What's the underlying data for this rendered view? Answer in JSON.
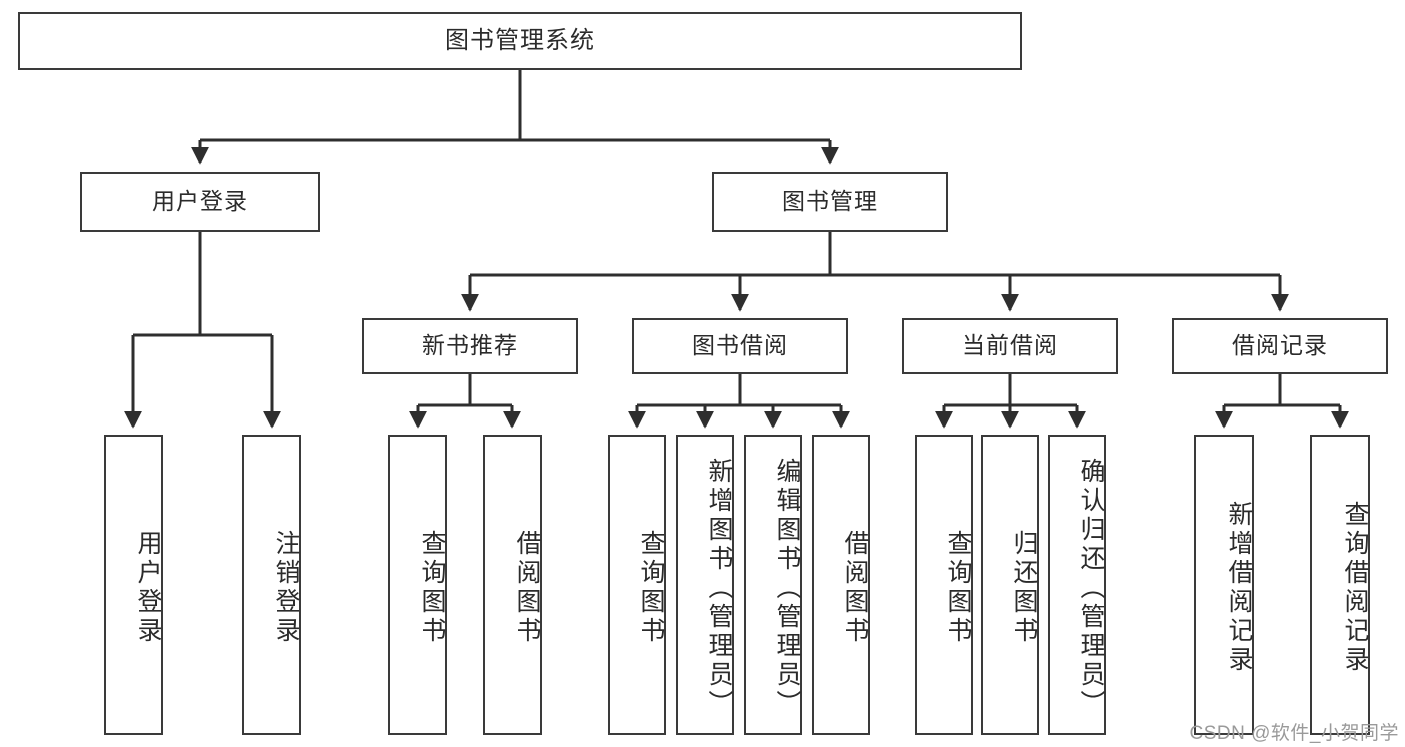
{
  "diagram": {
    "title": "图书管理系统",
    "type": "tree",
    "root": {
      "id": "root",
      "label": "图书管理系统"
    },
    "level1": [
      {
        "id": "user-login",
        "label": "用户登录"
      },
      {
        "id": "book-manage",
        "label": "图书管理"
      }
    ],
    "level2": [
      {
        "id": "new-book-recommend",
        "label": "新书推荐",
        "parent": "book-manage"
      },
      {
        "id": "book-borrow",
        "label": "图书借阅",
        "parent": "book-manage"
      },
      {
        "id": "current-borrow",
        "label": "当前借阅",
        "parent": "book-manage"
      },
      {
        "id": "borrow-record",
        "label": "借阅记录",
        "parent": "book-manage"
      }
    ],
    "leaves": {
      "user_login": [
        {
          "id": "leaf-user-login",
          "label": "用户登录"
        },
        {
          "id": "leaf-logout-login",
          "label": "注销登录"
        }
      ],
      "new_book_recommend": [
        {
          "id": "leaf-query-book-1",
          "label": "查询图书"
        },
        {
          "id": "leaf-borrow-book-1",
          "label": "借阅图书"
        }
      ],
      "book_borrow": [
        {
          "id": "leaf-query-book-2",
          "label": "查询图书"
        },
        {
          "id": "leaf-add-book",
          "label": "新增图书（管理员）"
        },
        {
          "id": "leaf-edit-book",
          "label": "编辑图书（管理员）"
        },
        {
          "id": "leaf-borrow-book-2",
          "label": "借阅图书"
        }
      ],
      "current_borrow": [
        {
          "id": "leaf-query-book-3",
          "label": "查询图书"
        },
        {
          "id": "leaf-return-book",
          "label": "归还图书"
        },
        {
          "id": "leaf-confirm-return",
          "label": "确认归还（管理员）"
        }
      ],
      "borrow_record": [
        {
          "id": "leaf-add-record",
          "label": "新增借阅记录"
        },
        {
          "id": "leaf-query-record",
          "label": "查询借阅记录"
        }
      ]
    }
  },
  "watermark": {
    "text": "CSDN @软件_小贺同学"
  },
  "colors": {
    "border": "#3a3a3a",
    "text": "#2b2b2b",
    "background": "#ffffff",
    "watermark": "#9a9a9a"
  }
}
